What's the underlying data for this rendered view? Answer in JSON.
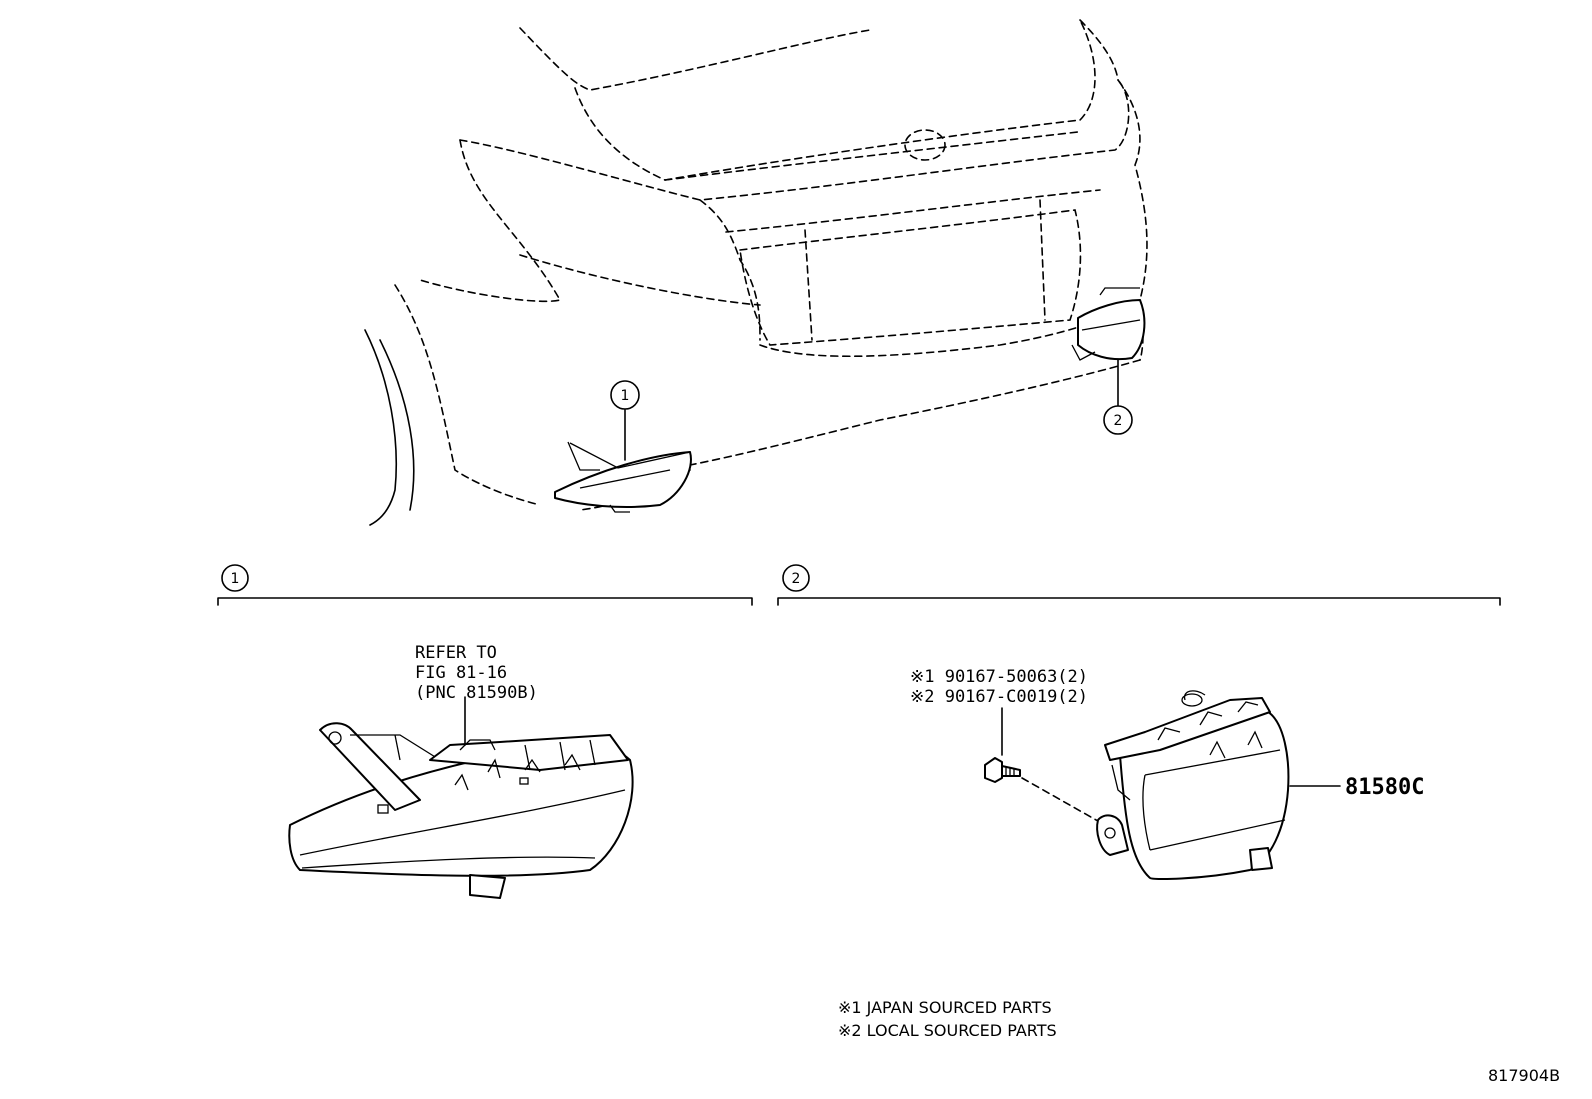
{
  "callouts": {
    "one": "1",
    "two": "2"
  },
  "section_one": {
    "ref_line1": "REFER TO",
    "ref_line2": "FIG 81-16",
    "ref_line3": "(PNC 81590B)"
  },
  "section_two": {
    "bolt_line1": "※1 90167-50063(2)",
    "bolt_line2": "※2 90167-C0019(2)",
    "part_number": "81580C"
  },
  "notes": {
    "note1": "※1 JAPAN SOURCED PARTS",
    "note2": "※2 LOCAL SOURCED PARTS"
  },
  "diagram_id": "817904B"
}
